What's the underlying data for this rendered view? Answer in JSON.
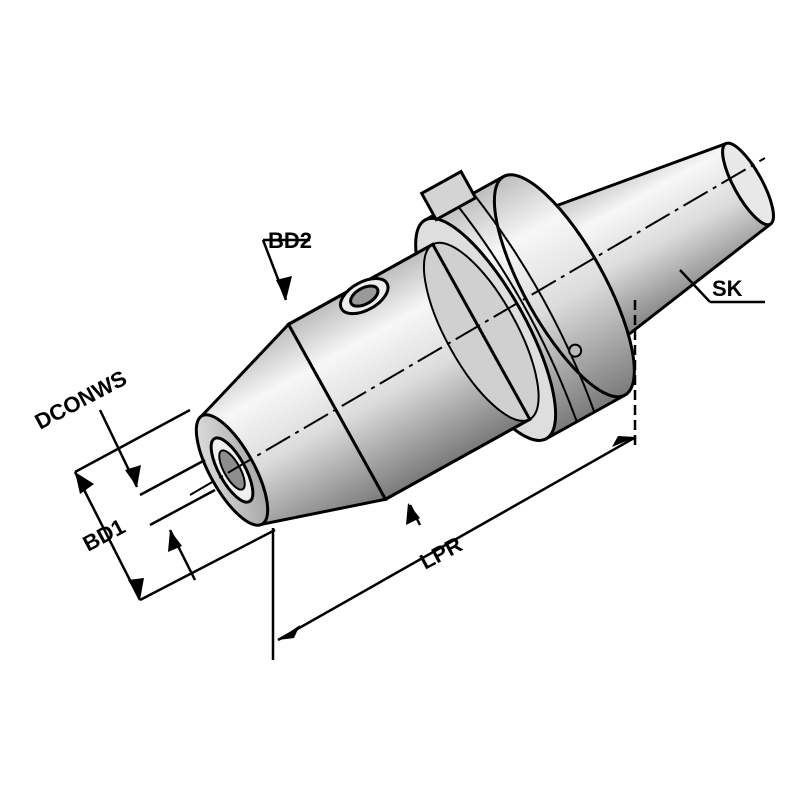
{
  "labels": {
    "bd2": "BD2",
    "dconws": "DCONWS",
    "bd1": "BD1",
    "lpr": "LPR",
    "sk": "SK"
  },
  "colors": {
    "metal_light": "#f4f4f4",
    "metal_mid": "#c8c8c8",
    "metal_dark": "#8a8a8a",
    "line": "#000000"
  }
}
